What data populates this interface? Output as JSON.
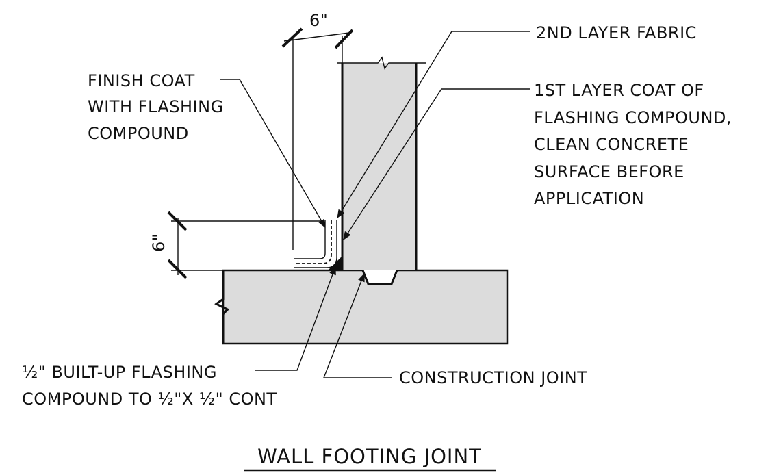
{
  "title": "WALL FOOTING JOINT",
  "labels": {
    "dim_horizontal": "6\"",
    "dim_vertical": "6\"",
    "second_layer": "2ND LAYER FABRIC",
    "first_layer": [
      "1ST LAYER COAT OF",
      "FLASHING COMPOUND,",
      "CLEAN CONCRETE",
      "SURFACE BEFORE",
      "APPLICATION"
    ],
    "finish_coat": [
      "FINISH COAT",
      "WITH FLASHING",
      "COMPOUND"
    ],
    "builtup": [
      "½\" BUILT-UP FLASHING",
      "COMPOUND TO ½\"X ½\" CONT"
    ],
    "construction_joint": "CONSTRUCTION JOINT"
  },
  "colors": {
    "concrete": "#dcdcdc",
    "line": "#111111",
    "background": "#ffffff"
  }
}
